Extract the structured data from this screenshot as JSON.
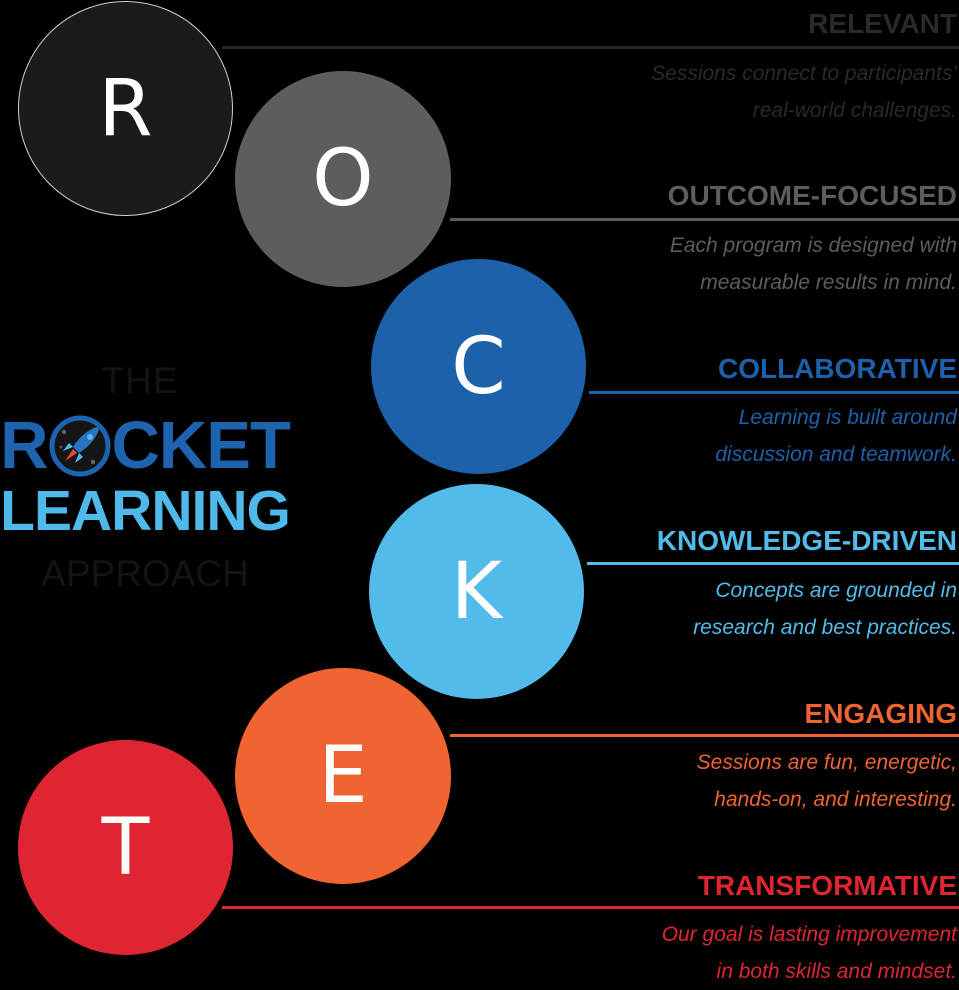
{
  "logo": {
    "line1": "THE",
    "line2_prefix": "R",
    "line2_suffix": "CKET",
    "line2_full": "ROCKET",
    "line3": "LEARNING",
    "line4": "APPROACH",
    "rocket_icon": "rocket-icon",
    "colors": {
      "rocket": "#1d63ad",
      "learning": "#4fb9e9",
      "the_approach": "#141414"
    }
  },
  "steps": [
    {
      "letter": "R",
      "title": "RELEVANT",
      "desc_line1": "Sessions connect to participants’",
      "desc_line2": "real-world challenges.",
      "color": "#1b1b1b",
      "text_color": "#2a2a2a"
    },
    {
      "letter": "O",
      "title": "OUTCOME-FOCUSED",
      "desc_line1": "Each program is designed with",
      "desc_line2": "measurable results in mind.",
      "color": "#5c5d5f",
      "text_color": "#5c5d5f"
    },
    {
      "letter": "C",
      "title": "COLLABORATIVE",
      "desc_line1": "Learning is built around",
      "desc_line2": "discussion and teamwork.",
      "color": "#1d61ab",
      "text_color": "#1d61ab"
    },
    {
      "letter": "K",
      "title": "KNOWLEDGE-DRIVEN",
      "desc_line1": "Concepts are grounded in",
      "desc_line2": "research and best practices.",
      "color": "#52bbea",
      "text_color": "#52bbea"
    },
    {
      "letter": "E",
      "title": "ENGAGING",
      "desc_line1": "Sessions are fun, energetic,",
      "desc_line2": "hands-on, and interesting.",
      "color": "#ef6432",
      "text_color": "#ef6432"
    },
    {
      "letter": "T",
      "title": "TRANSFORMATIVE",
      "desc_line1": "Our goal is lasting improvement",
      "desc_line2": "in both skills and mindset.",
      "color": "#e02532",
      "text_color": "#e02532"
    }
  ]
}
